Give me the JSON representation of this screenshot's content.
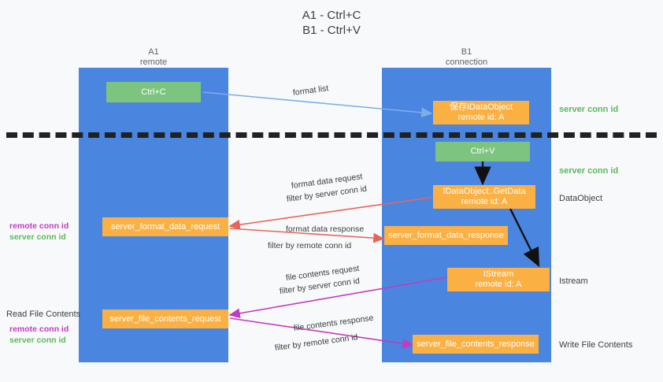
{
  "title": "A1 - Ctrl+C\nB1 - Ctrl+V",
  "colors": {
    "lane_blue": "#4a86e0",
    "box_green": "#7cc47f",
    "box_orange": "#fbb043",
    "server_conn_green": "#5cb85c",
    "remote_conn_pink": "#c23bc2",
    "arrow_light_blue": "#7eaee8",
    "arrow_red": "#e8645a",
    "arrow_magenta": "#c23bc2",
    "arrow_black": "#111111",
    "background": "#f8f9fa",
    "text": "#3c4043"
  },
  "lanes": [
    {
      "id": "a1",
      "header": "A1\nremote"
    },
    {
      "id": "b1",
      "header": "B1\nconnection"
    }
  ],
  "boxes": [
    {
      "id": "ctrl-c",
      "label": "Ctrl+C",
      "color": "green"
    },
    {
      "id": "save-idataobject",
      "label": "保存IDataObject\nremote id: A",
      "color": "orange"
    },
    {
      "id": "ctrl-v",
      "label": "Ctrl+V",
      "color": "green"
    },
    {
      "id": "idataobject-getdata",
      "label": "IDataObject::GetData\nremote id: A",
      "color": "orange"
    },
    {
      "id": "server-format-data-request",
      "label": "server_format_data_request",
      "color": "orange"
    },
    {
      "id": "server-format-data-response",
      "label": "server_format_data_response",
      "color": "orange"
    },
    {
      "id": "istream",
      "label": "IStream\nremote id: A",
      "color": "orange"
    },
    {
      "id": "server-file-contents-request",
      "label": "server_file_contents_request",
      "color": "orange"
    },
    {
      "id": "server-file-contents-response",
      "label": "server_file_contents_response",
      "color": "orange"
    }
  ],
  "edge_labels": {
    "format_list": "format list",
    "format_data_request": "format data request",
    "format_data_filter_prefix": "filter by ",
    "format_data_filter_server": "server conn id",
    "format_data_response": "format data response",
    "format_response_filter_prefix": "filter by ",
    "format_response_filter_remote": "remote conn id",
    "file_contents_request": "file contents request",
    "file_request_filter_prefix": "filter by ",
    "file_request_filter_server": "server conn id",
    "file_contents_response": "file contents response",
    "file_response_filter_prefix": "filter by ",
    "file_response_filter_remote": "remote conn id"
  },
  "left_annotations": [
    {
      "id": "fmt-remote",
      "text": "remote conn id",
      "tone": "pink"
    },
    {
      "id": "fmt-server",
      "text": "server conn id",
      "tone": "green"
    },
    {
      "id": "read-file-contents",
      "text": "Read File Contents",
      "tone": "plain"
    },
    {
      "id": "file-remote",
      "text": "remote conn id",
      "tone": "pink"
    },
    {
      "id": "file-server",
      "text": "server conn id",
      "tone": "green"
    }
  ],
  "right_annotations": [
    {
      "id": "server-conn-id-top",
      "text": "server conn id",
      "tone": "green"
    },
    {
      "id": "server-conn-id-mid",
      "text": "server conn id",
      "tone": "green"
    },
    {
      "id": "dataobject",
      "text": "DataObject",
      "tone": "plain"
    },
    {
      "id": "istream-label",
      "text": "Istream",
      "tone": "plain"
    },
    {
      "id": "write-file-contents",
      "text": "Write File Contents",
      "tone": "plain"
    }
  ]
}
